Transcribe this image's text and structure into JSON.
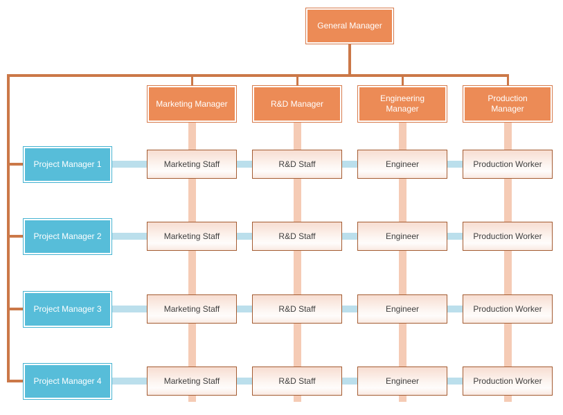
{
  "diagram": {
    "type": "matrix-org-chart",
    "root": {
      "label": "General Manager"
    },
    "columns": [
      {
        "manager": "Marketing Manager",
        "staff": "Marketing Staff"
      },
      {
        "manager": "R&D Manager",
        "staff": "R&D Staff"
      },
      {
        "manager": "Engineering Manager",
        "staff": "Engineer"
      },
      {
        "manager": "Production Manager",
        "staff": "Production Worker"
      }
    ],
    "rows": [
      {
        "label": "Project Manager 1"
      },
      {
        "label": "Project Manager 2"
      },
      {
        "label": "Project Manager 3"
      },
      {
        "label": "Project Manager 4"
      }
    ],
    "grid": {
      "rows": [
        {
          "cells": [
            "Marketing Staff",
            "R&D Staff",
            "Engineer",
            "Production Worker"
          ]
        },
        {
          "cells": [
            "Marketing Staff",
            "R&D Staff",
            "Engineer",
            "Production Worker"
          ]
        },
        {
          "cells": [
            "Marketing Staff",
            "R&D Staff",
            "Engineer",
            "Production Worker"
          ]
        },
        {
          "cells": [
            "Marketing Staff",
            "R&D Staff",
            "Engineer",
            "Production Worker"
          ]
        }
      ]
    },
    "colors": {
      "manager_fill": "#EC8B56",
      "manager_border": "#D6794A",
      "connector": "#CB7848",
      "column_line": "#F5CBB5",
      "row_line": "#BBDFEC",
      "pm_fill": "#57BDD9",
      "pm_border": "#43B2D1",
      "staff_border": "#A35B31",
      "staff_text": "#3E3E3E",
      "canvas_bg": "#FFFFFF"
    }
  }
}
